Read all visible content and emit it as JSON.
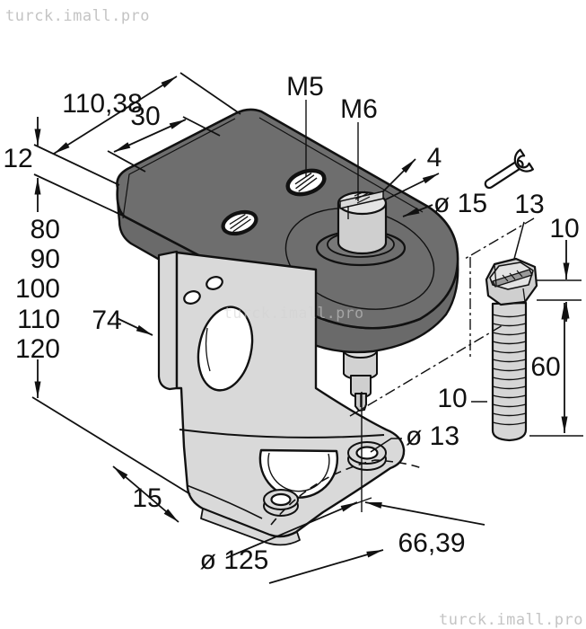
{
  "watermarks": {
    "top_left": "turck.imall.pro",
    "center": "turck.imall.pro",
    "bottom_right": "turck.imall.pro"
  },
  "dimensions": {
    "plate_length": "110,38",
    "hole_offset": "30",
    "plate_thickness": "12",
    "heights": [
      "80",
      "90",
      "100",
      "110",
      "120"
    ],
    "plate_width": "74",
    "foot_width": "15",
    "bolt_circle": "ø 125",
    "hole_distance": "66,39",
    "foot_hole_dia": "ø 13",
    "shaft_clearance": "10",
    "thread_top_1": "M5",
    "thread_top_2": "M6",
    "slot_width": "4",
    "boss_dia": "ø 15",
    "wrench_size": "13",
    "screw_head_height": "10",
    "screw_length": "60"
  },
  "icons": {
    "wrench": "open-end-wrench"
  },
  "colors": {
    "plate": "#6a6a6a",
    "bracket": "#d9d9d9",
    "metal": "#d6d6d6",
    "line": "#111111",
    "watermark": "#c4c4c4"
  }
}
